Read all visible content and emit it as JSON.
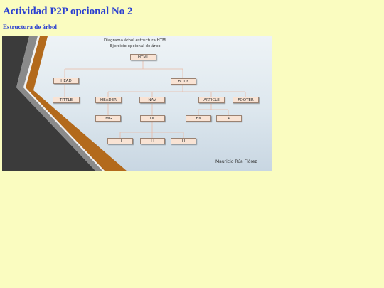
{
  "page": {
    "title": "Actividad P2P opcional No 2",
    "subtitle": "Estructura de árbol"
  },
  "slide": {
    "caption_line1": "Diagrama árbol estructura HTML",
    "caption_line2": "Ejercicio opcional de árbol",
    "author": "Mauricio Rúa Flórez",
    "nodes": {
      "html": "HTML",
      "head": "HEAD",
      "body": "BODY",
      "tittle": "TITTLE",
      "header": "HEADER",
      "nav": "NAV",
      "article": "ARTICLE",
      "footer": "FOOTER",
      "img": "IMG",
      "ul": "UL",
      "hs": "Hs",
      "p": "P",
      "li1": "LI",
      "li2": "LI",
      "li3": "LI"
    }
  },
  "colors": {
    "page_background": "#fafcc0",
    "title_color": "#2a3fd0",
    "node_fill": "#f9e3d4",
    "edge_color": "#e9b9a4",
    "ribbon_orange": "#b36a1c",
    "ribbon_dark": "#3b3b3b",
    "ribbon_gray": "#7a7a7a"
  }
}
